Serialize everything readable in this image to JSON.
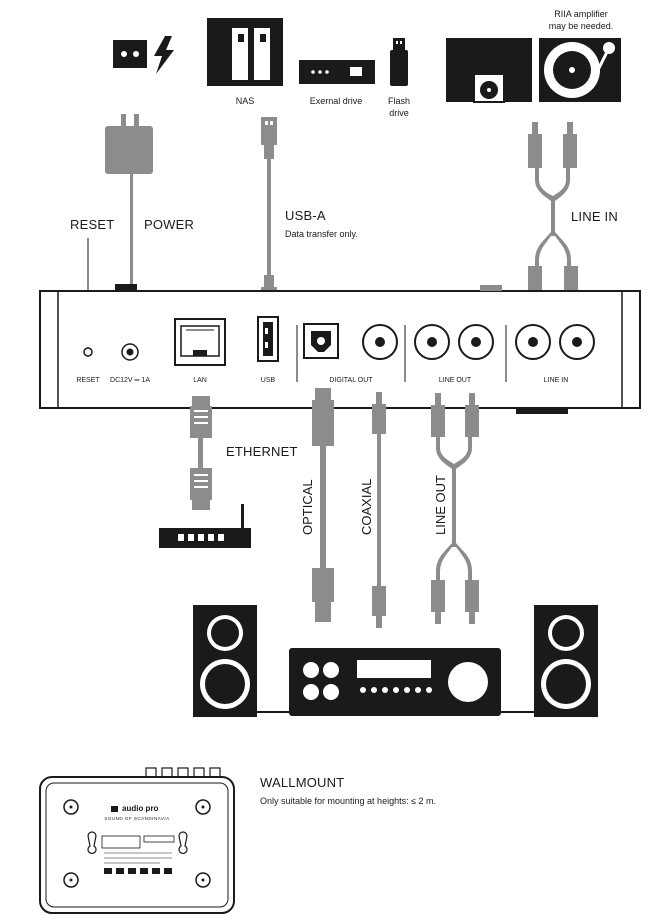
{
  "sources": {
    "nas": "NAS",
    "external_drive": "Exernal drive",
    "flash_drive_line1": "Flash",
    "flash_drive_line2": "drive",
    "riia_line1": "RIIA amplifier",
    "riia_line2": "may be needed."
  },
  "cables": {
    "reset": "RESET",
    "power": "POWER",
    "usb_a": "USB-A",
    "usb_a_note": "Data transfer only.",
    "line_in": "LINE IN",
    "ethernet": "ETHERNET",
    "optical": "OPTICAL",
    "coaxial": "COAXIAL",
    "line_out": "LINE OUT"
  },
  "ports": {
    "reset": "RESET",
    "dc": "DC12V ═ 1A",
    "lan": "LAN",
    "usb": "USB",
    "digital_out": "DIGITAL OUT",
    "line_out": "LINE OUT",
    "line_in": "LINE IN"
  },
  "wallmount": {
    "title": "WALLMOUNT",
    "note": "Only suitable for mounting at heights: ≤ 2 m.",
    "brand": "audio pro",
    "tagline": "SOUND OF SCANDINAVIA"
  },
  "colors": {
    "ink": "#1a1a1a",
    "cable_gray": "#8c8c8c",
    "cable_dark": "#6e6e6e"
  },
  "icons": [
    "power-outlet-icon",
    "lightning-icon",
    "nas-icon",
    "external-drive-icon",
    "flash-drive-icon",
    "cd-player-icon",
    "turntable-icon",
    "router-icon",
    "amplifier-icon",
    "speaker-icon"
  ]
}
